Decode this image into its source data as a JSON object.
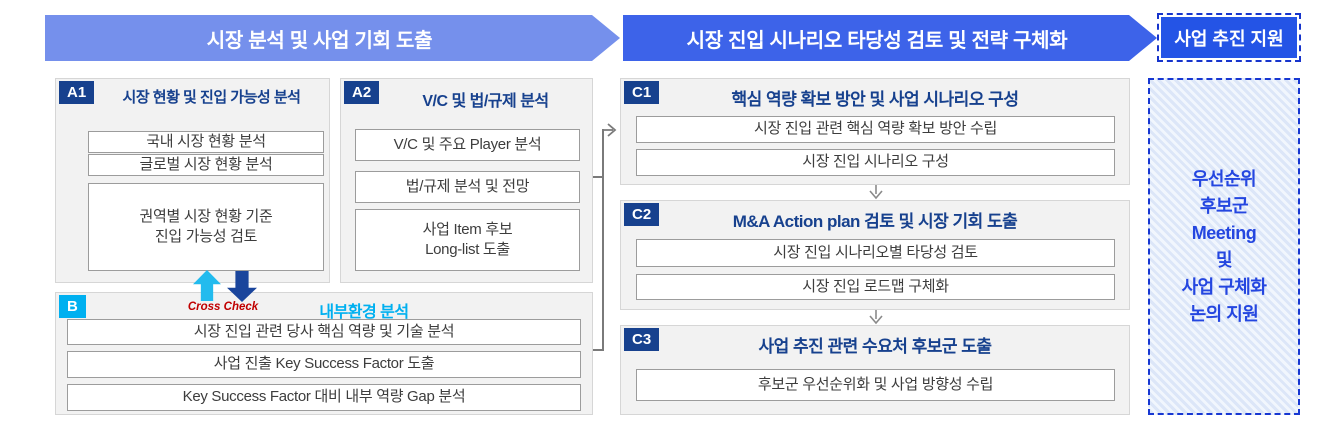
{
  "header": {
    "phase1": "시장 분석 및 사업 기회 도출",
    "phase2": "시장 진입 시나리오 타당성 검토 및 전략 구체화",
    "phase3": "사업 추진 지원"
  },
  "panels": {
    "a1": {
      "badge": "A1",
      "title": "시장 현황 및 진입 가능성 분석",
      "items": [
        "국내 시장 현황 분석",
        "글로벌 시장 현황 분석",
        "권역별 시장 현황 기준\n진입 가능성 검토"
      ]
    },
    "a2": {
      "badge": "A2",
      "title": "V/C 및 법/규제 분석",
      "items": [
        "V/C 및 주요 Player 분석",
        "법/규제 분석 및 전망",
        "사업 Item 후보\nLong-list 도출"
      ]
    },
    "b": {
      "badge": "B",
      "title": "내부환경 분석",
      "cross_check_label": "Cross Check",
      "items": [
        "시장 진입 관련 당사 핵심 역량 및 기술 분석",
        "사업 진출 Key Success Factor 도출",
        "Key Success Factor 대비 내부 역량 Gap 분석"
      ]
    },
    "c1": {
      "badge": "C1",
      "title": "핵심 역량 확보 방안 및 사업 시나리오 구성",
      "items": [
        "시장 진입 관련 핵심 역량 확보 방안 수립",
        "시장 진입 시나리오 구성"
      ]
    },
    "c2": {
      "badge": "C2",
      "title": "M&A Action plan 검토 및 시장 기회 도출",
      "items": [
        "시장 진입 시나리오별 타당성 검토",
        "시장 진입 로드맵 구체화"
      ]
    },
    "c3": {
      "badge": "C3",
      "title": "사업 추진 관련 수요처 후보군 도출",
      "items": [
        "후보군 우선순위화 및 사업 방향성 수립"
      ]
    }
  },
  "support_panel": {
    "text": "우선순위\n후보군\nMeeting\n및\n사업 구체화\n논의 지원"
  },
  "colors": {
    "phase1_fill": "#7590EC",
    "phase2_fill": "#3D63E9",
    "phase3_fill": "#2454E6",
    "badge_navy": "#17418E",
    "badge_cyan": "#00B0F0",
    "cross_check_red": "#C00000",
    "cross_check_up_arrow": "#22BBEE",
    "cross_check_down_arrow": "#1A459C",
    "panel_bg": "#F2F2F2",
    "item_border": "#9C9C9C",
    "connector_gray": "#7A7A7A",
    "support_text_blue": "#2446E0",
    "support_border_blue": "#1737D2"
  }
}
